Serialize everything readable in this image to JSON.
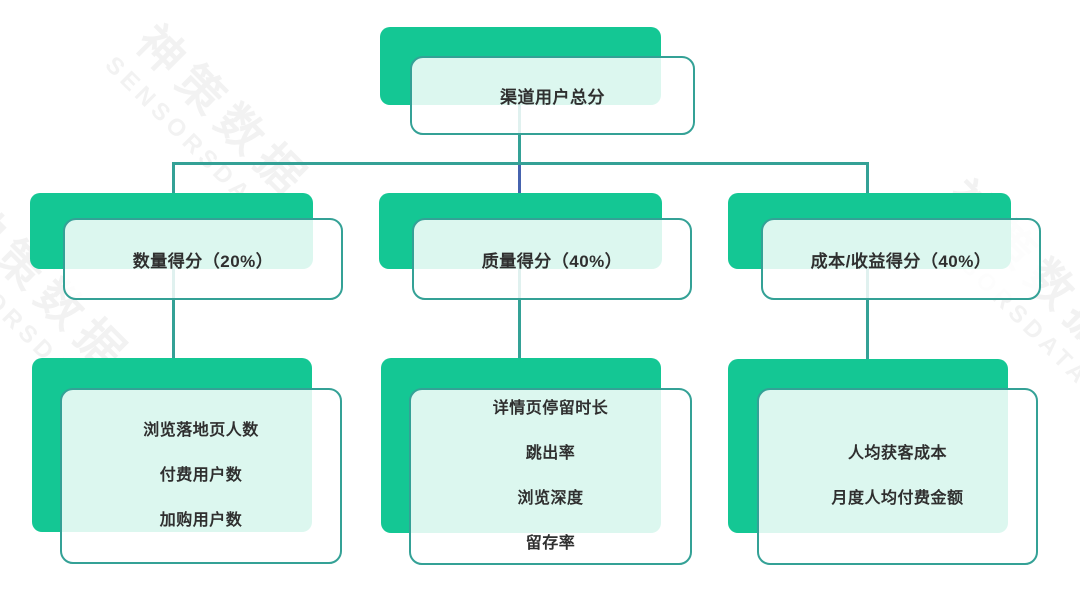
{
  "diagram": {
    "root": {
      "label": "渠道用户总分"
    },
    "branches": [
      {
        "id": "quantity",
        "label": "数量得分（20%）",
        "items": [
          "浏览落地页人数",
          "付费用户数",
          "加购用户数"
        ]
      },
      {
        "id": "quality",
        "label": "质量得分（40%）",
        "items": [
          "详情页停留时长",
          "跳出率",
          "浏览深度",
          "留存率"
        ]
      },
      {
        "id": "cost",
        "label": "成本/收益得分（40%）",
        "items": [
          "人均获客成本",
          "月度人均付费金额"
        ]
      }
    ]
  },
  "watermark": {
    "text_cn": "神策数据",
    "text_en": "SENSORSDATA"
  },
  "colors": {
    "block_green": "#14c794",
    "border_teal": "#34a196",
    "line_teal": "#34a196",
    "line_blue": "#4663ae",
    "card_fill": "rgba(255,255,255,0.85)",
    "text": "#2f2f2f"
  }
}
